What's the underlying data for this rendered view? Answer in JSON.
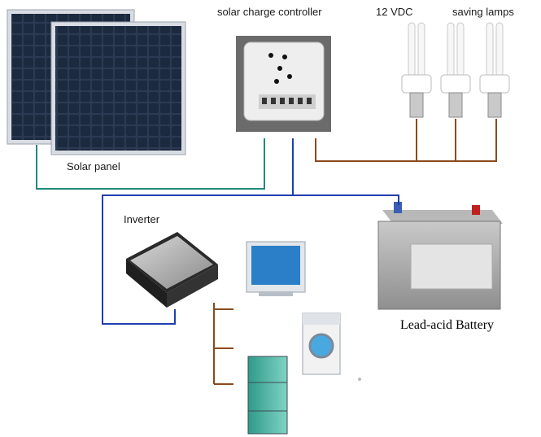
{
  "labels": {
    "solar_panel": "Solar panel",
    "charge_controller": "solar charge controller",
    "vdc": "12 VDC",
    "saving_lamps": "saving lamps",
    "inverter": "Inverter",
    "battery": "Lead-acid Battery"
  },
  "colors": {
    "dc_wire": "#1f3fb0",
    "lamp_wire": "#8a4a1c",
    "panel_wire": "#1f8a7c",
    "appliance_wire": "#8a4a1c"
  }
}
